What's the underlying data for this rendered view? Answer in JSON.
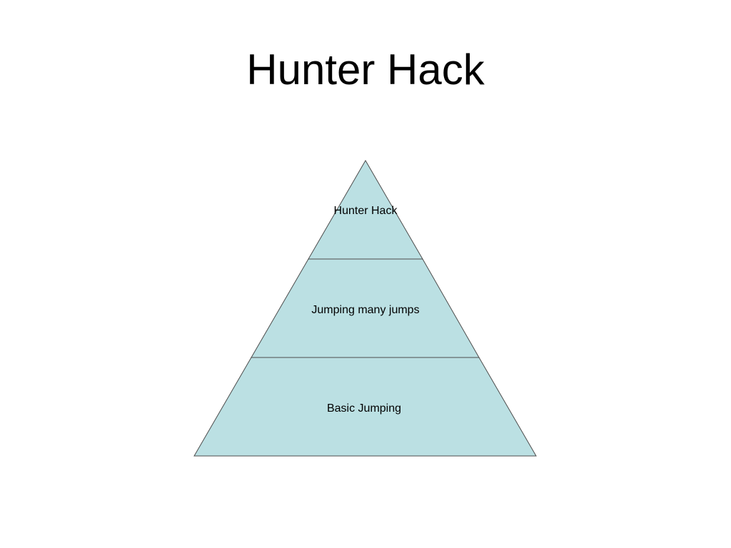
{
  "slide": {
    "title": "Hunter Hack"
  },
  "pyramid": {
    "fill_color": "#bbe0e3",
    "stroke_color": "#4d4d4d",
    "tiers": [
      {
        "label": "Hunter Hack"
      },
      {
        "label": "Jumping many jumps"
      },
      {
        "label": "Basic Jumping"
      }
    ]
  }
}
